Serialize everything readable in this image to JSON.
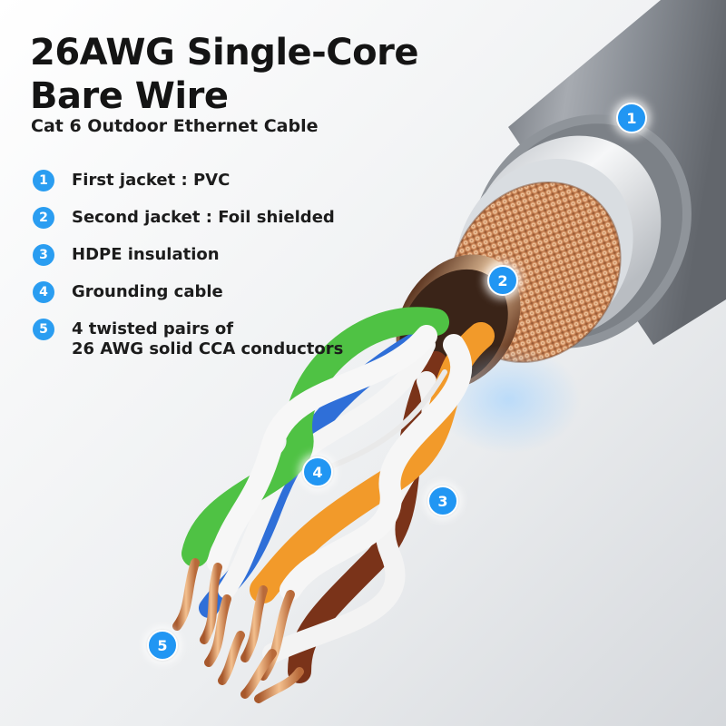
{
  "title_line1": "26AWG Single-Core",
  "title_line2": "Bare Wire",
  "subtitle": "Cat 6 Outdoor Ethernet Cable",
  "features": [
    {
      "num": "1",
      "text": "First jacket : PVC"
    },
    {
      "num": "2",
      "text": "Second jacket : Foil shielded"
    },
    {
      "num": "3",
      "text": "HDPE insulation"
    },
    {
      "num": "4",
      "text": "Grounding cable"
    },
    {
      "num": "5",
      "line1": "4 twisted pairs of",
      "line2": "26 AWG solid CCA conductors"
    }
  ],
  "callouts": [
    "1",
    "2",
    "3",
    "4",
    "5"
  ],
  "colors": {
    "accent": "#2a9df1",
    "outer_jacket": "#8d9299",
    "inner_jacket": "#e9ecef",
    "braid": "#d99a6e",
    "green_pair": "#55c84c",
    "orange_pair": "#f19b2c",
    "blue_pair": "#2f6fd8",
    "brown_pair": "#8a3f22",
    "copper": "#d9925c"
  }
}
